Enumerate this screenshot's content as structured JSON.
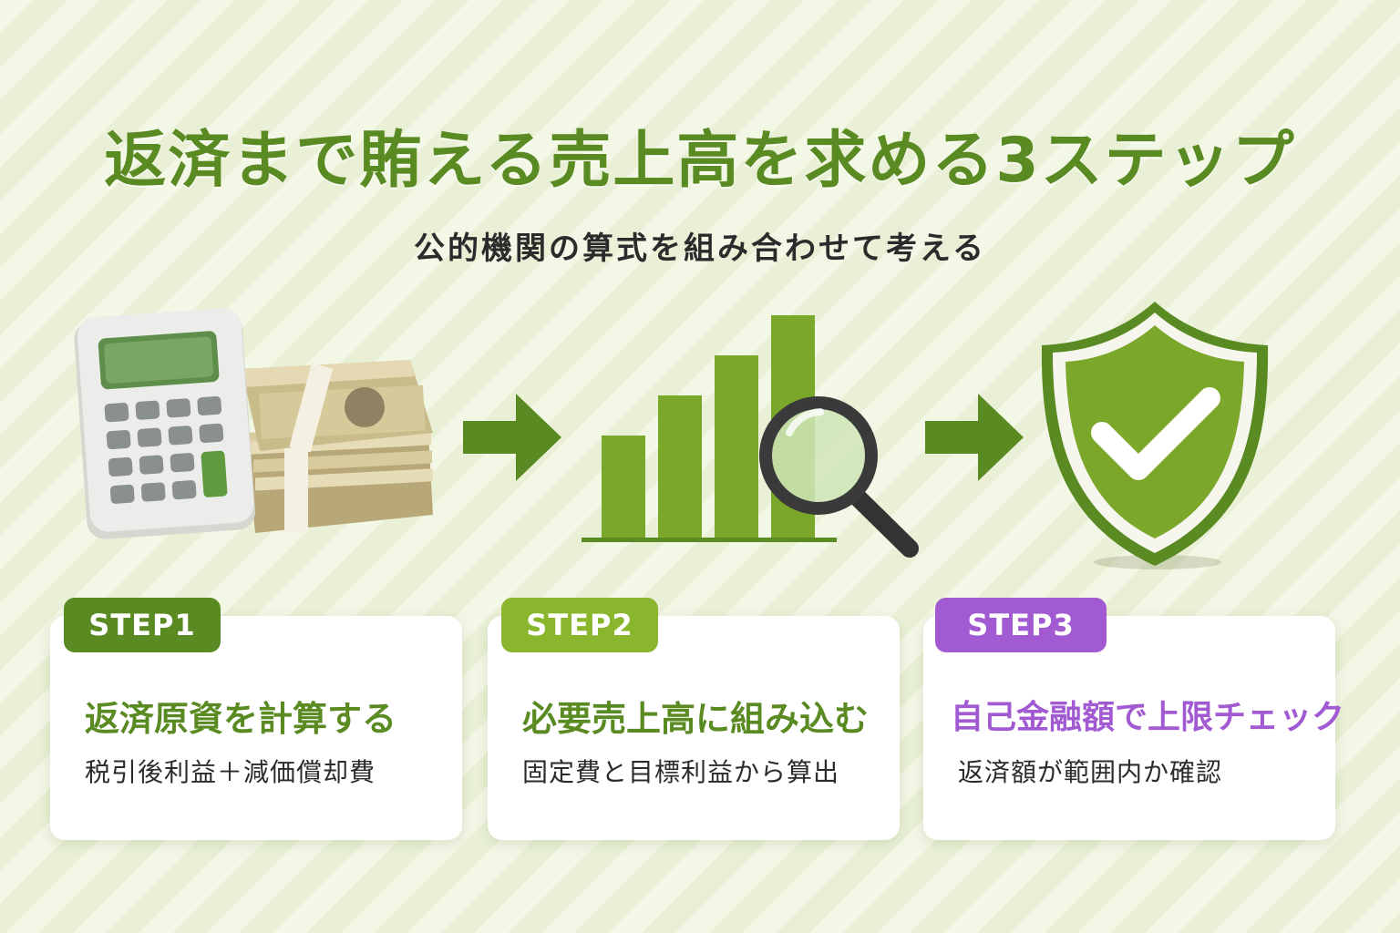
{
  "title": "返済まで賄える売上高を求める3ステップ",
  "subtitle": "公的機関の算式を組み合わせて考える",
  "colors": {
    "green": "#5a8a22",
    "light_green": "#8ab62e",
    "purple": "#a15ad2"
  },
  "illustrations": [
    "calculator-icon",
    "banknotes-icon",
    "arrow-right-icon",
    "bar-chart-icon",
    "magnifier-icon",
    "shield-check-icon"
  ],
  "steps": [
    {
      "badge": "STEP1",
      "title": "返済原資を計算する",
      "desc": "税引後利益＋減価償却費"
    },
    {
      "badge": "STEP2",
      "title": "必要売上高に組み込む",
      "desc": "固定費と目標利益から算出"
    },
    {
      "badge": "STEP3",
      "title": "自己金融額で上限チェック",
      "desc": "返済額が範囲内か確認"
    }
  ]
}
